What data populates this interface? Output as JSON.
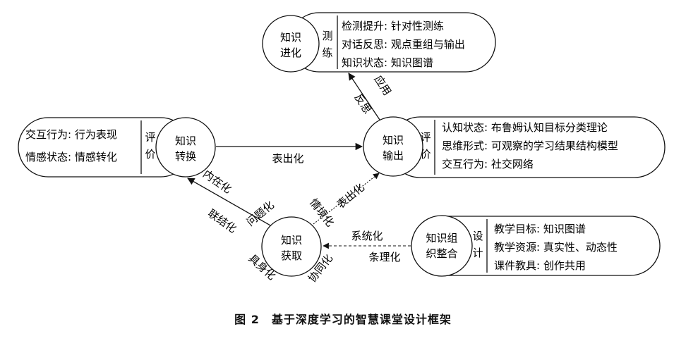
{
  "nodes": {
    "evolution": [
      "知识",
      "进化"
    ],
    "conversion": [
      "知识",
      "转换"
    ],
    "output": [
      "知识",
      "输出"
    ],
    "acquisition": [
      "知识",
      "获取"
    ],
    "organization": [
      "知识组",
      "织整合"
    ]
  },
  "panels": {
    "evolution": {
      "tag": "测练",
      "items": [
        "检测提升: 针对性测练",
        "对话反思: 观点重组与输出",
        "知识状态: 知识图谱"
      ]
    },
    "conversion": {
      "tag": "评价",
      "items": [
        "交互行为: 行为表现",
        "情感状态: 情感转化"
      ]
    },
    "output": {
      "tag": "评价",
      "items": [
        "认知状态: 布鲁姆认知目标分类理论",
        "思维形式: 可观察的学习结果结构模型",
        "交互行为: 社交网络"
      ]
    },
    "organization": {
      "tag": "设计",
      "items": [
        "教学目标: 知识图谱",
        "教学资源: 真实性、动态性",
        "课件教具: 创作共用"
      ]
    }
  },
  "edges": {
    "conversion_to_output": "表出化",
    "output_to_evolution_apply": "应用",
    "output_to_evolution_reflect": "反思",
    "acquisition_to_output": "表出化",
    "acquisition_to_conversion_inner": "内在化",
    "acquisition_to_conversion_link": "联结化",
    "acquisition_problem": "问题化",
    "acquisition_context": "情境化",
    "acquisition_embodied": "具身化",
    "acquisition_collab": "协同化",
    "organization_to_acquisition_system": "系统化",
    "organization_to_acquisition_order": "条理化"
  },
  "caption": "图 2　基于深度学习的智慧课堂设计框架"
}
